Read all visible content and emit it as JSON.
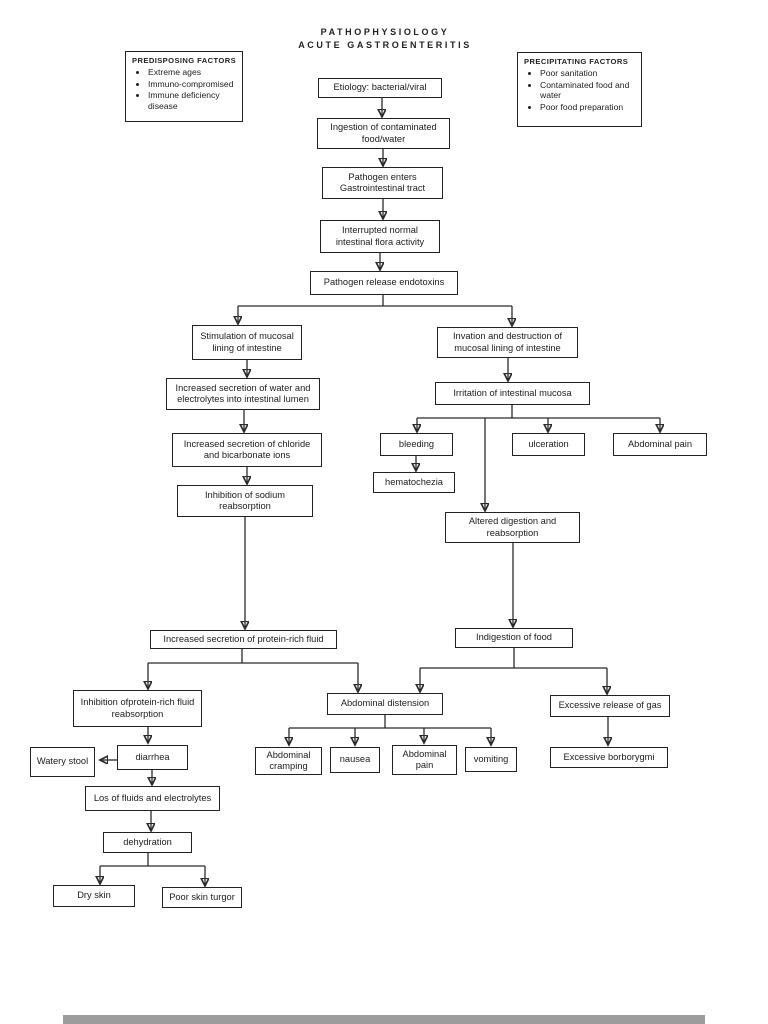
{
  "title": {
    "line1": "PATHOPHYSIOLOGY",
    "line2": "ACUTE GASTROENTERITIS"
  },
  "side_panels": {
    "predisposing": {
      "heading": "PREDISPOSING FACTORS",
      "items": [
        "Extreme ages",
        "Immuno-compromised",
        "Immune deficiency disease"
      ]
    },
    "precipitating": {
      "heading": "PRECIPITATING FACTORS",
      "items": [
        "Poor sanitation",
        "Contaminated food and water",
        "Poor food preparation"
      ]
    }
  },
  "nodes": {
    "etiology": {
      "label": "Etiology: bacterial/viral"
    },
    "ingestion": {
      "label": "Ingestion of contaminated food/water"
    },
    "pathogen_enters": {
      "label": "Pathogen enters Gastrointestinal tract"
    },
    "interrupted": {
      "label": "Interrupted normal intestinal flora activity"
    },
    "endotoxins": {
      "label": "Pathogen release endotoxins"
    },
    "stimulation": {
      "label": "Stimulation of mucosal lining of intestine"
    },
    "incr_water": {
      "label": "Increased secretion of water and electrolytes into intestinal lumen"
    },
    "incr_chloride": {
      "label": "Increased secretion of chloride and bicarbonate ions"
    },
    "inhib_sodium": {
      "label": "Inhibition of sodium reabsorption"
    },
    "invation": {
      "label": "Invation and destruction of mucosal lining of intestine"
    },
    "irritation": {
      "label": "Irritation of intestinal mucosa"
    },
    "bleeding": {
      "label": "bleeding"
    },
    "ulceration": {
      "label": "ulceration"
    },
    "abdominal_pain_right": {
      "label": "Abdominal pain"
    },
    "hematochezia": {
      "label": "hematochezia"
    },
    "altered": {
      "label": "Altered digestion and reabsorption"
    },
    "protein_fluid": {
      "label": "Increased secretion of protein-rich fluid"
    },
    "indigestion": {
      "label": "Indigestion of food"
    },
    "inhib_protein": {
      "label": "Inhibition ofprotein-rich fluid reabsorption"
    },
    "watery_stool": {
      "label": "Watery stool"
    },
    "diarrhea": {
      "label": "diarrhea"
    },
    "los_fluids": {
      "label": "Los of fluids and electrolytes"
    },
    "dehydration": {
      "label": "dehydration"
    },
    "dry_skin": {
      "label": "Dry skin"
    },
    "poor_turgor": {
      "label": "Poor skin turgor"
    },
    "abd_distension": {
      "label": "Abdominal distension"
    },
    "abd_cramping": {
      "label": "Abdominal cramping"
    },
    "nausea": {
      "label": "nausea"
    },
    "abd_pain_bottom": {
      "label": "Abdominal pain"
    },
    "vomiting": {
      "label": "vomiting"
    },
    "excessive_gas": {
      "label": "Excessive release of gas"
    },
    "borborygmi": {
      "label": "Excessive borborygmi"
    }
  },
  "colors": {
    "box_border": "#222222",
    "line": "#2b2b2b",
    "text": "#1c1c1c",
    "background": "#ffffff",
    "page_gap": "#9c9c9c"
  }
}
